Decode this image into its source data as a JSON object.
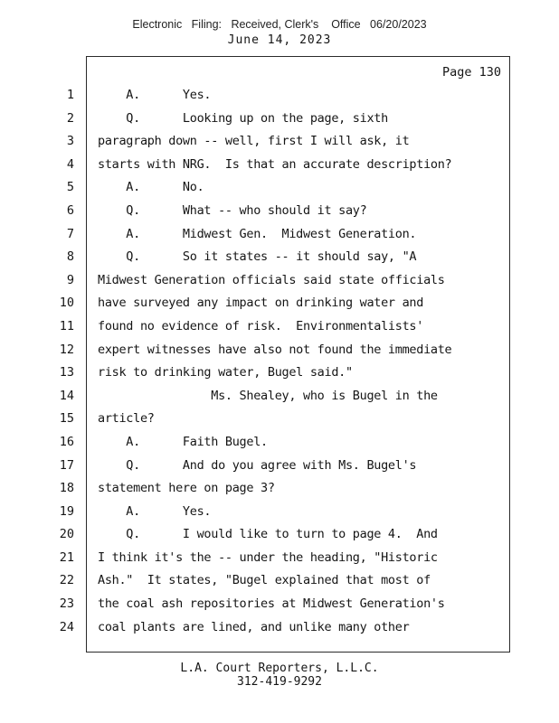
{
  "stamp": {
    "text": "Electronic   Filing:   Received, Clerk's    Office   06/20/2023"
  },
  "header": {
    "date": "June 14, 2023"
  },
  "page_label": "Page 130",
  "transcript": {
    "lines": [
      {
        "n": "1",
        "text": "    A.      Yes."
      },
      {
        "n": "2",
        "text": "    Q.      Looking up on the page, sixth"
      },
      {
        "n": "3",
        "text": "paragraph down -- well, first I will ask, it"
      },
      {
        "n": "4",
        "text": "starts with NRG.  Is that an accurate description?"
      },
      {
        "n": "5",
        "text": "    A.      No."
      },
      {
        "n": "6",
        "text": "    Q.      What -- who should it say?"
      },
      {
        "n": "7",
        "text": "    A.      Midwest Gen.  Midwest Generation."
      },
      {
        "n": "8",
        "text": "    Q.      So it states -- it should say, \"A"
      },
      {
        "n": "9",
        "text": "Midwest Generation officials said state officials"
      },
      {
        "n": "10",
        "text": "have surveyed any impact on drinking water and"
      },
      {
        "n": "11",
        "text": "found no evidence of risk.  Environmentalists'"
      },
      {
        "n": "12",
        "text": "expert witnesses have also not found the immediate"
      },
      {
        "n": "13",
        "text": "risk to drinking water, Bugel said.\""
      },
      {
        "n": "14",
        "text": "                Ms. Shealey, who is Bugel in the"
      },
      {
        "n": "15",
        "text": "article?"
      },
      {
        "n": "16",
        "text": "    A.      Faith Bugel."
      },
      {
        "n": "17",
        "text": "    Q.      And do you agree with Ms. Bugel's"
      },
      {
        "n": "18",
        "text": "statement here on page 3?"
      },
      {
        "n": "19",
        "text": "    A.      Yes."
      },
      {
        "n": "20",
        "text": "    Q.      I would like to turn to page 4.  And"
      },
      {
        "n": "21",
        "text": "I think it's the -- under the heading, \"Historic"
      },
      {
        "n": "22",
        "text": "Ash.\"  It states, \"Bugel explained that most of"
      },
      {
        "n": "23",
        "text": "the coal ash repositories at Midwest Generation's"
      },
      {
        "n": "24",
        "text": "coal plants are lined, and unlike many other"
      }
    ]
  },
  "footer": {
    "company": "L.A. Court Reporters, L.L.C.",
    "phone": "312-419-9292"
  }
}
